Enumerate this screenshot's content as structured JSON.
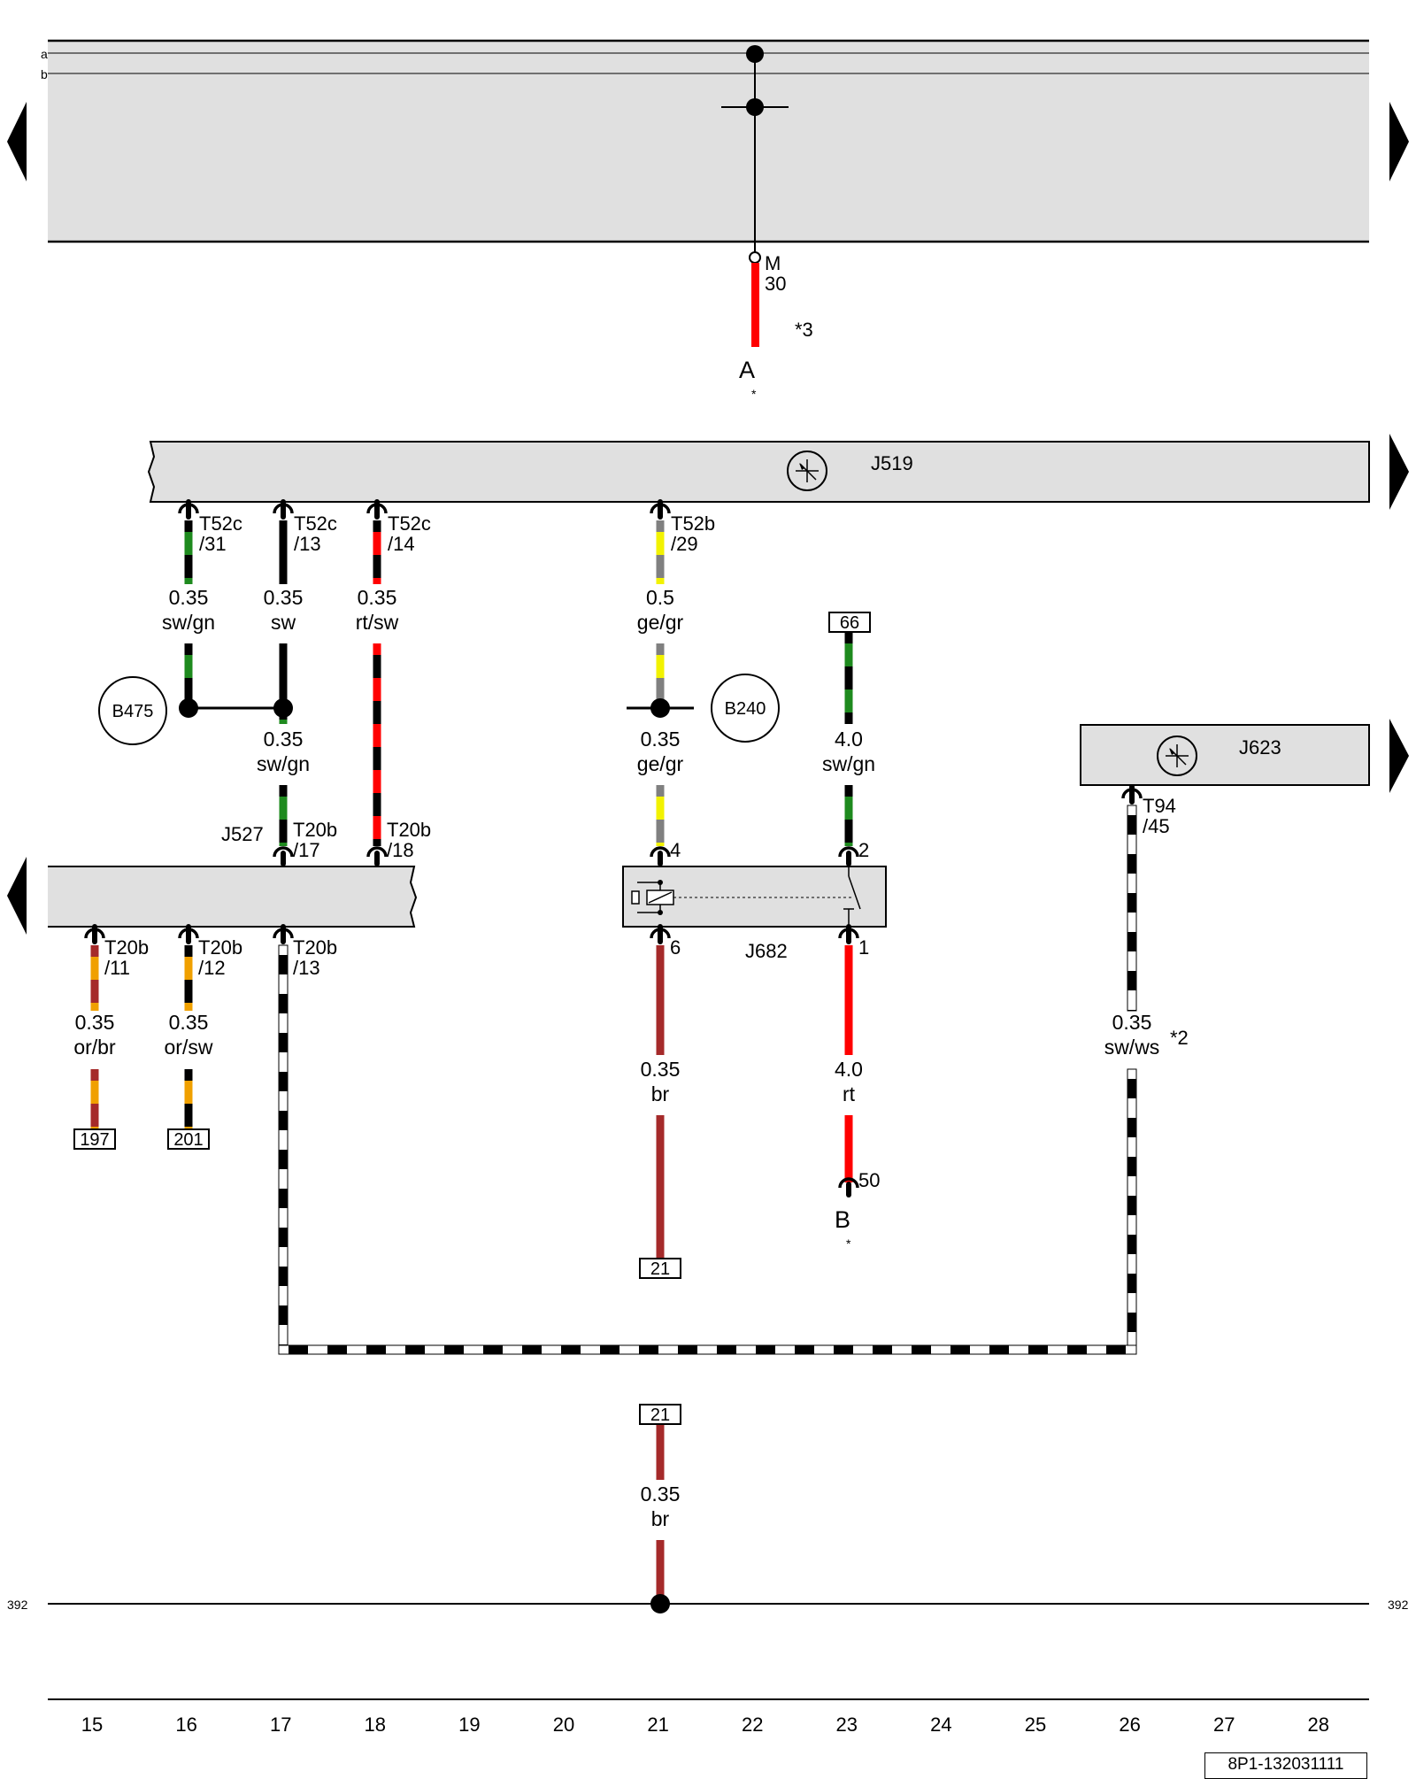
{
  "bus_lines": [
    {
      "id": "a",
      "label": "a"
    },
    {
      "id": "b",
      "label": "b"
    }
  ],
  "connection_M": {
    "label": "M",
    "pin": "30"
  },
  "notes": {
    "n3": "*3",
    "n2": "*2",
    "star": "*"
  },
  "terminals": {
    "A": "A",
    "B": "B",
    "B_pin": "50"
  },
  "components": {
    "J519": {
      "label": "J519"
    },
    "J623": {
      "label": "J623"
    },
    "J527": {
      "label": "J527"
    },
    "J682": {
      "label": "J682"
    }
  },
  "splices": {
    "B475": "B475",
    "B240": "B240"
  },
  "connectors": [
    {
      "id": "T52c-31",
      "name": "T52c",
      "pin": "/31"
    },
    {
      "id": "T52c-13",
      "name": "T52c",
      "pin": "/13"
    },
    {
      "id": "T52c-14",
      "name": "T52c",
      "pin": "/14"
    },
    {
      "id": "T52b-29",
      "name": "T52b",
      "pin": "/29"
    },
    {
      "id": "T20b-17",
      "name": "T20b",
      "pin": "/17"
    },
    {
      "id": "T20b-18",
      "name": "T20b",
      "pin": "/18"
    },
    {
      "id": "T20b-11",
      "name": "T20b",
      "pin": "/11"
    },
    {
      "id": "T20b-12",
      "name": "T20b",
      "pin": "/12"
    },
    {
      "id": "T20b-13",
      "name": "T20b",
      "pin": "/13"
    },
    {
      "id": "T94-45",
      "name": "T94",
      "pin": "/45"
    }
  ],
  "relay_pins": {
    "p4": "4",
    "p2": "2",
    "p6": "6",
    "p1": "1"
  },
  "wires": [
    {
      "id": "w-sw-gn-1",
      "size": "0.35",
      "color": "sw/gn"
    },
    {
      "id": "w-sw",
      "size": "0.35",
      "color": "sw"
    },
    {
      "id": "w-rt-sw",
      "size": "0.35",
      "color": "rt/sw"
    },
    {
      "id": "w-ge-gr-1",
      "size": "0.5",
      "color": "ge/gr"
    },
    {
      "id": "w-sw-gn-2",
      "size": "0.35",
      "color": "sw/gn"
    },
    {
      "id": "w-ge-gr-2",
      "size": "0.35",
      "color": "ge/gr"
    },
    {
      "id": "w-sw-gn-3",
      "size": "4.0",
      "color": "sw/gn"
    },
    {
      "id": "w-or-br",
      "size": "0.35",
      "color": "or/br"
    },
    {
      "id": "w-or-sw",
      "size": "0.35",
      "color": "or/sw"
    },
    {
      "id": "w-br-1",
      "size": "0.35",
      "color": "br"
    },
    {
      "id": "w-rt",
      "size": "4.0",
      "color": "rt"
    },
    {
      "id": "w-sw-ws",
      "size": "0.35",
      "color": "sw/ws"
    },
    {
      "id": "w-br-2",
      "size": "0.35",
      "color": "br"
    }
  ],
  "reference_boxes": {
    "r66": "66",
    "r197": "197",
    "r201": "201",
    "r21a": "21",
    "r21b": "21"
  },
  "ground_ref": {
    "left": "392",
    "right": "392"
  },
  "column_numbers": [
    "15",
    "16",
    "17",
    "18",
    "19",
    "20",
    "21",
    "22",
    "23",
    "24",
    "25",
    "26",
    "27",
    "28"
  ],
  "doc_id": "8P1-132031111",
  "wire_colors": {
    "sw": "#000000",
    "gn": "#1e8a1e",
    "rt": "#ff0000",
    "ge": "#f2f200",
    "gr": "#808080",
    "or": "#f0a000",
    "br": "#a52a2a",
    "ws": "#ffffff"
  },
  "panel_fill": "#e0e0e0"
}
